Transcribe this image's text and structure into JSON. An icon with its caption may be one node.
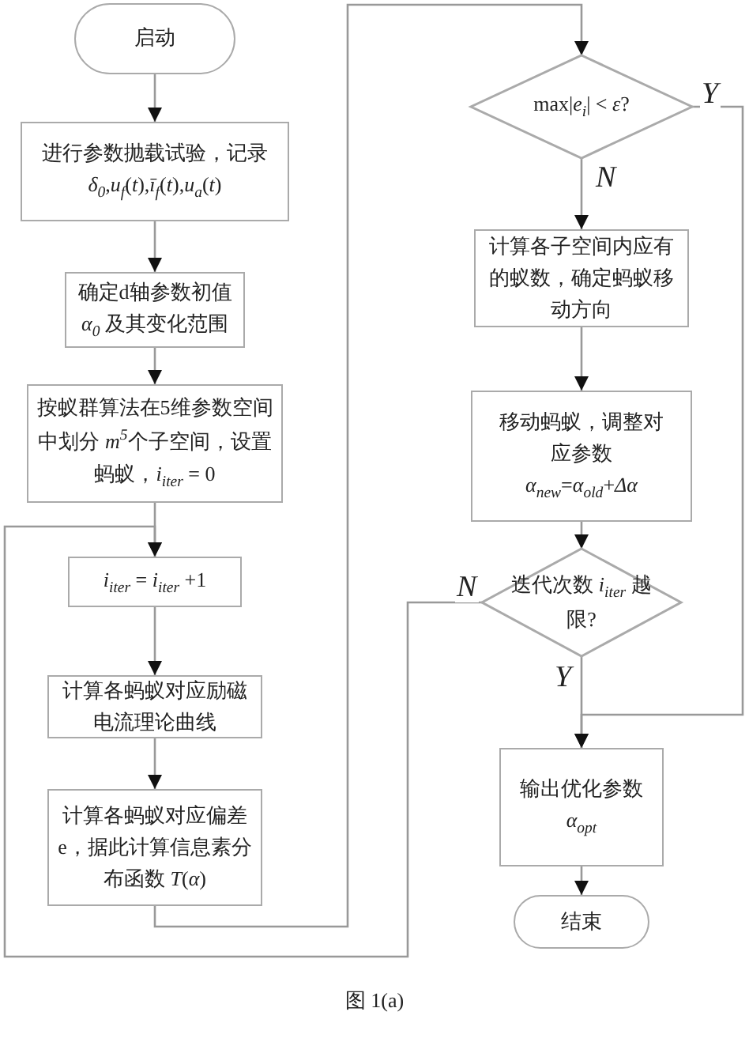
{
  "diagram": {
    "caption": "图 1(a)",
    "nodes": [
      {
        "text": [
          "启动"
        ]
      },
      {
        "text": [
          "进行参数抛载试验，记录 *δ*$_{0}$,*u*$_{f}$(*t*),*ī*$_{f}$(*t*),*u*$_{a}$(*t*)"
        ]
      },
      {
        "text": [
          "确定d轴参数初值 *α*$_{0}$ 及其变化范围"
        ]
      },
      {
        "text": [
          "按蚁群算法在5维参数空间中划分 *m*$^{5}$个子空间，设置蚂蚁，*i*$_{iter}$ = 0"
        ]
      },
      {
        "text": [
          "*i*$_{iter}$ = *i*$_{iter}$ +1"
        ]
      },
      {
        "text": [
          "计算各蚂蚁对应励磁电流理论曲线"
        ]
      },
      {
        "text": [
          "计算各蚂蚁对应偏差e，据此计算信息素分布函数 *T*(*α*)"
        ]
      },
      {
        "text": [
          "max|*e*$_{i}$| < *ε*?"
        ]
      },
      {
        "text": [
          "计算各子空间内应有的蚁数，确定蚂蚁移动方向"
        ]
      },
      {
        "text": [
          "移动蚂蚁，调整对应参数 *α*$_{new}$=*α*$_{old}$+*Δα*"
        ]
      },
      {
        "text": [
          "迭代次数 *i*$_{iter}$ 越限?"
        ]
      },
      {
        "text": [
          "输出优化参数 *α*$_{opt}$"
        ]
      },
      {
        "text": [
          "结束"
        ]
      }
    ],
    "edges": [
      {
        "from": 0,
        "to": 1,
        "arrow": "to"
      },
      {
        "from": 1,
        "to": 2,
        "arrow": "to"
      },
      {
        "from": 2,
        "to": 3,
        "arrow": "to"
      },
      {
        "from": 3,
        "to": 4,
        "arrow": "to"
      },
      {
        "from": 4,
        "to": 5,
        "arrow": "to"
      },
      {
        "from": 5,
        "to": 6,
        "arrow": "to"
      },
      {
        "from": 6,
        "to": 7,
        "arrow": "to"
      },
      {
        "from": 7,
        "to": 8,
        "arrow": "to",
        "label": "N"
      },
      {
        "from": 7,
        "to": 11,
        "arrow": "to",
        "label": "Y"
      },
      {
        "from": 8,
        "to": 9,
        "arrow": "to"
      },
      {
        "from": 9,
        "to": 10,
        "arrow": "to"
      },
      {
        "from": 10,
        "to": 11,
        "arrow": "to",
        "label": "Y"
      },
      {
        "from": 11,
        "to": 12,
        "arrow": "to"
      },
      {
        "from": 10,
        "to": 4,
        "arrow": "to",
        "label": "N"
      }
    ]
  }
}
